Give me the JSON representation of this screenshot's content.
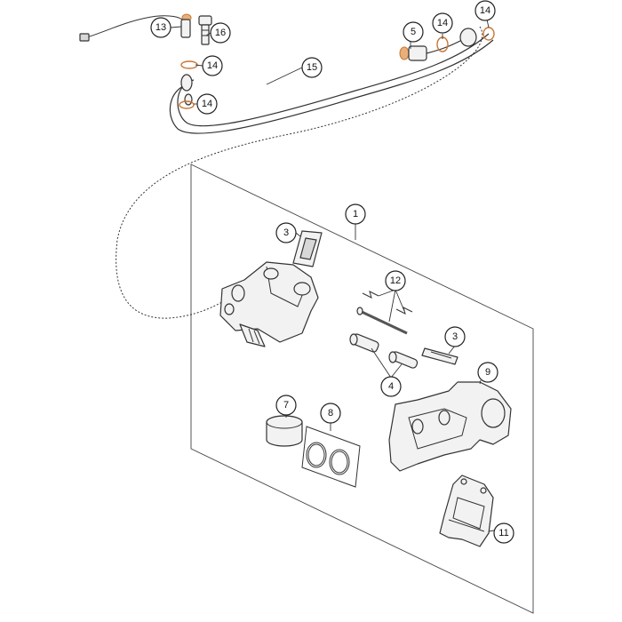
{
  "diagram": {
    "callouts": [
      {
        "key": "c13",
        "label": "13"
      },
      {
        "key": "c16",
        "label": "16"
      },
      {
        "key": "c14a",
        "label": "14"
      },
      {
        "key": "c14b",
        "label": "14"
      },
      {
        "key": "c15",
        "label": "15"
      },
      {
        "key": "c5",
        "label": "5"
      },
      {
        "key": "c14c",
        "label": "14"
      },
      {
        "key": "c14d",
        "label": "14"
      },
      {
        "key": "c1",
        "label": "1"
      },
      {
        "key": "c3a",
        "label": "3"
      },
      {
        "key": "c12",
        "label": "12"
      },
      {
        "key": "c3b",
        "label": "3"
      },
      {
        "key": "c4",
        "label": "4"
      },
      {
        "key": "c9",
        "label": "9"
      },
      {
        "key": "c7",
        "label": "7"
      },
      {
        "key": "c8",
        "label": "8"
      },
      {
        "key": "c11",
        "label": "11"
      }
    ],
    "colors": {
      "line": "#333333",
      "accent": "#c87533",
      "background": "#ffffff"
    }
  }
}
